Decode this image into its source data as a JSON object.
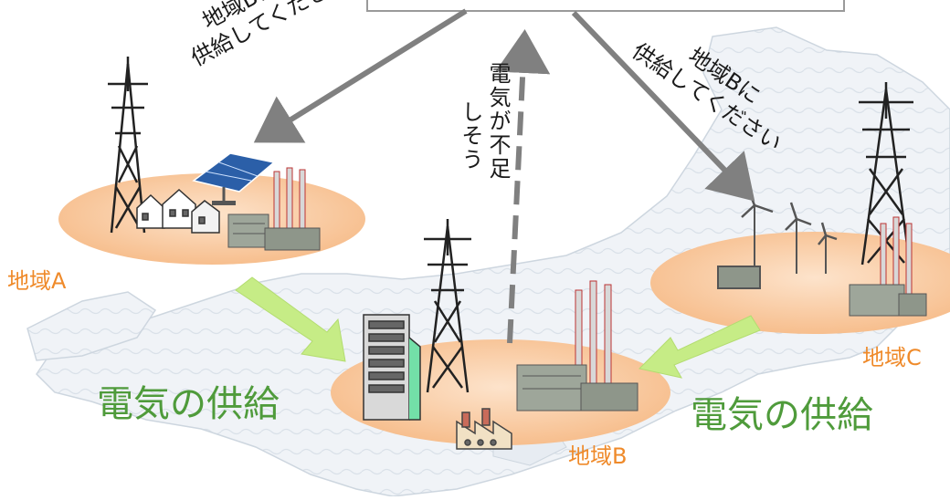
{
  "labels": {
    "region_a": "地域A",
    "region_b": "地域B",
    "region_c": "地域C",
    "supply_left": "電気の供給",
    "supply_right": "電気の供給",
    "request_left_line1": "地域Bに",
    "request_left_line2": "供給してください",
    "request_right_line1": "地域Bに",
    "request_right_line2": "供給してください",
    "shortage_col1": "電気が不足",
    "shortage_col2": "しそう"
  },
  "colors": {
    "region_text": "#ef8a2a",
    "supply_text": "#4f9b3b",
    "disc_fill": "#f8c79a",
    "arrow_gray": "#808080",
    "arrow_green": "#c6ec86"
  }
}
